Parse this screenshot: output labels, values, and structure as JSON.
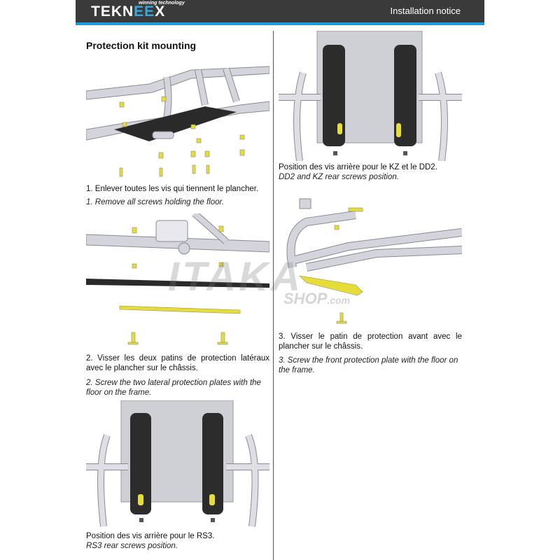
{
  "header": {
    "brand_a": "TEKN",
    "brand_b": "EE",
    "brand_c": "X",
    "tagline": "winning technology",
    "section": "Installation notice"
  },
  "title": "Protection kit mounting",
  "steps": [
    {
      "fr": "1. Enlever toutes les vis qui tiennent le plancher.",
      "en": "1. Remove all screws holding the floor."
    },
    {
      "fr": "2. Visser les deux patins de protection latéraux avec le plancher sur le châssis.",
      "en": "2. Screw the two lateral protection plates with the floor on the frame."
    },
    {
      "fr": "Position des vis arrière pour le RS3.",
      "en": "RS3 rear screws position."
    },
    {
      "fr": "Position des vis arrière pour le KZ et le DD2.",
      "en": "DD2 and KZ rear screws position."
    },
    {
      "fr": "3. Visser le patin de protection avant avec le plancher sur le châssis.",
      "en": "3. Screw the front protection plate with the floor on the frame."
    }
  ],
  "watermark": {
    "big": "ITAKA",
    "shop": "SHOP",
    "com": ".com"
  },
  "colors": {
    "header": "#3a3a3a",
    "accent": "#1e9bd7",
    "frame": "#c9c9d2",
    "floor": "#2a2a2a",
    "plate": "#e6dc3c"
  }
}
